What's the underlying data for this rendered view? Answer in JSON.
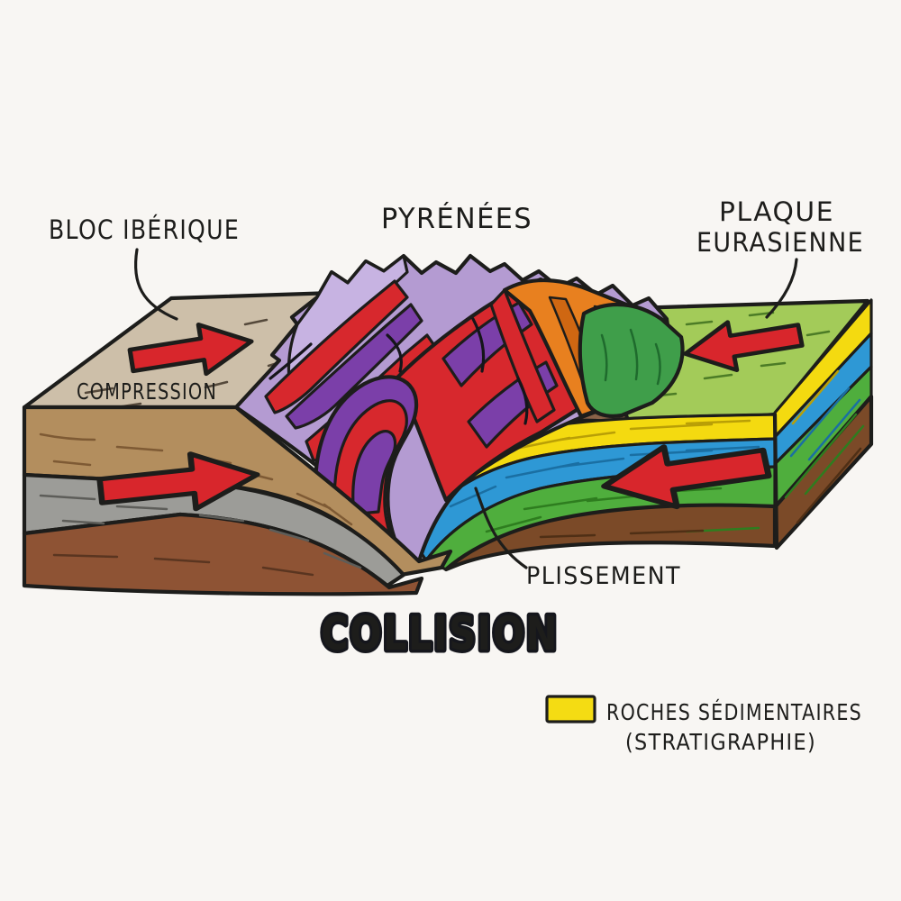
{
  "labels": {
    "bloc_iberique": "BLOC IBÉRIQUE",
    "pyrenees": "PYRÉNÉES",
    "plaque_line1": "PLAQUE",
    "plaque_line2": "EURASIENNE",
    "compression": "COMPRESSION",
    "plissement": "PLISSEMENT"
  },
  "title": {
    "text": "COLLISION",
    "color": "#2b49b3"
  },
  "legend": {
    "swatch_color": "#f4dc13",
    "line1": "ROCHES SÉDIMENTAIRES",
    "line2": "(STRATIGRAPHIE)"
  },
  "arrows": {
    "color": "#d8262c",
    "items": [
      {
        "id": "iberian-top",
        "direction": "right"
      },
      {
        "id": "iberian-front",
        "direction": "right"
      },
      {
        "id": "eurasian-top",
        "direction": "left"
      },
      {
        "id": "eurasian-front",
        "direction": "left"
      }
    ]
  },
  "colors": {
    "paper": "#f8f6f3",
    "ink": "#1d1d1b",
    "beige_top": "#cdbfa9",
    "tan_layer": "#b38e5e",
    "gray_layer": "#9c9c98",
    "brown_left": "#8e5334",
    "lavender": "#b49bd2",
    "lavender_light": "#c7b3e2",
    "purple": "#7b3fa9",
    "fold_red": "#d7282d",
    "orange": "#e8801f",
    "orange_dark": "#cf6712",
    "green_hills": "#3f9e4a",
    "green_top": "#a3cb59",
    "band_brown": "#8a6248",
    "band_yellow": "#f4da10",
    "band_blue": "#2e98d5",
    "band_green": "#4fae3d",
    "brown_base": "#7b4a28"
  }
}
